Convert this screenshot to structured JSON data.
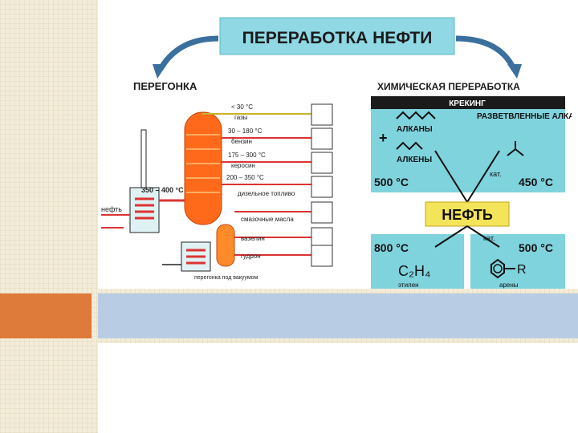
{
  "title": "ПЕРЕРАБОТКА НЕФТИ",
  "left": {
    "heading": "ПЕРЕГОНКА",
    "input_label": "нефть",
    "furnace_temp": "350 – 400 °C",
    "fractions": [
      {
        "temp": "< 30 °C",
        "name": "газы",
        "icon": "gas-cylinder-icon"
      },
      {
        "temp": "30 – 180 °C",
        "name": "бензин",
        "icon": "car-icon"
      },
      {
        "temp": "175 – 300 °C",
        "name": "керосин",
        "icon": "airplane-icon"
      },
      {
        "temp": "200 – 350 °C",
        "name": "дизельное топливо",
        "icon": "tractor-icon"
      },
      {
        "temp": "",
        "name": "смазочные масла",
        "icon": "oil-cans-icon"
      },
      {
        "temp": "",
        "name": "вазелин",
        "icon": "gear-icon"
      },
      {
        "temp": "",
        "name": "гудрон",
        "icon": "road-roller-icon"
      }
    ],
    "vacuum_label": "перегонка под вакуумом"
  },
  "right": {
    "heading": "ХИМИЧЕСКАЯ ПЕРЕРАБОТКА",
    "cracking": "КРЕКИНГ",
    "alkanes": "АЛКАНЫ",
    "alkenes": "АЛКЕНЫ",
    "branched": "РАЗВЕТВЛЕННЫЕ АЛКАНЫ",
    "plus": "+",
    "t500": "500 °C",
    "t450": "450 °C",
    "center": "НЕФТЬ",
    "t800": "800 °C",
    "t500b": "500 °C",
    "cat1": "кат.",
    "cat2": "кат.",
    "ethylene": "C₂H₄",
    "ethylene_name": "этилен",
    "arene_r": "R",
    "arene_name": "арены"
  },
  "colors": {
    "orange_bar": "#de7a3a",
    "blue_bar": "#b8cde3",
    "teal": "#7fd3dd",
    "yellow": "#f4e45a",
    "column": "#ff6a1a"
  }
}
